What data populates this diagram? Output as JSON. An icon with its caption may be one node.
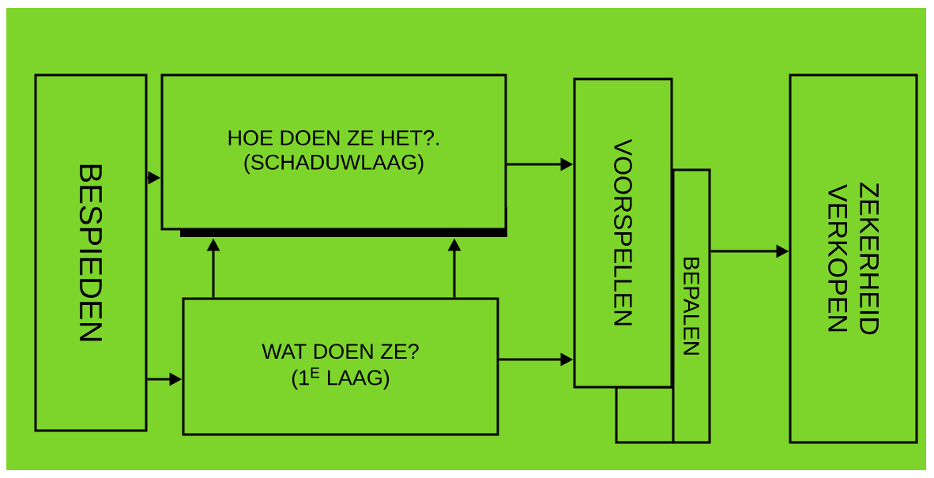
{
  "diagram": {
    "nodes": [
      {
        "text": [
          "BESPIEDEN"
        ]
      },
      {
        "text": [
          "HOE DOEN ZE HET?.",
          "(SCHADUWLAAG)"
        ]
      },
      {
        "text": [
          "WAT DOEN ZE?",
          "(1$^{E}$ LAAG)"
        ]
      },
      {
        "text": [
          "VOORSPELLEN"
        ]
      },
      {
        "text": [
          "BEPALEN"
        ]
      },
      {
        "text": [
          "ZEKERHEID VERKOPEN"
        ]
      }
    ],
    "edges": [
      {
        "from": 0,
        "to": 1,
        "arrow": "to"
      },
      {
        "from": 0,
        "to": 2,
        "arrow": "to"
      },
      {
        "from": 2,
        "to": 1,
        "arrow": "to"
      },
      {
        "from": 2,
        "to": 1,
        "arrow": "to"
      },
      {
        "from": 1,
        "to": 3,
        "arrow": "to"
      },
      {
        "from": 2,
        "to": 3,
        "arrow": "to"
      },
      {
        "from": 4,
        "to": 5,
        "arrow": "to"
      }
    ]
  }
}
